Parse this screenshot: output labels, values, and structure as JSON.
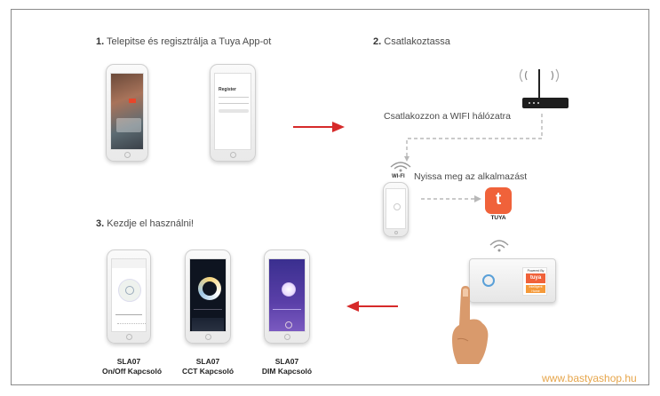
{
  "steps": {
    "step1": {
      "num": "1.",
      "text": "Telepitse és regisztrálja a Tuya App-ot"
    },
    "step2": {
      "num": "2.",
      "text": "Csatlakoztassa"
    },
    "step3": {
      "num": "3.",
      "text": "Kezdje el használni!"
    }
  },
  "connect_wifi": "Csatlakozzon a WIFI hálózatra",
  "open_app": "Nyissa meg az alkalmazást",
  "wifi_label": "WI-FI",
  "register_screen": {
    "title": "Register"
  },
  "tuya_app": {
    "label": "TUYA",
    "glyph": "t"
  },
  "device": {
    "badge_line1": "Powered By",
    "badge_line2": "tuya",
    "badge_line3": "Intelligent Home"
  },
  "products": [
    {
      "model": "SLA07",
      "name": "On/Off Kapcsoló"
    },
    {
      "model": "SLA07",
      "name": "CCT Kapcsoló"
    },
    {
      "model": "SLA07",
      "name": "DIM Kapcsoló"
    }
  ],
  "watermark": "www.bastyashop.hu",
  "colors": {
    "arrow": "#d62a2a",
    "tuya": "#f0623a",
    "dashed": "#b8b8b8",
    "watermark": "#e6a54a"
  }
}
